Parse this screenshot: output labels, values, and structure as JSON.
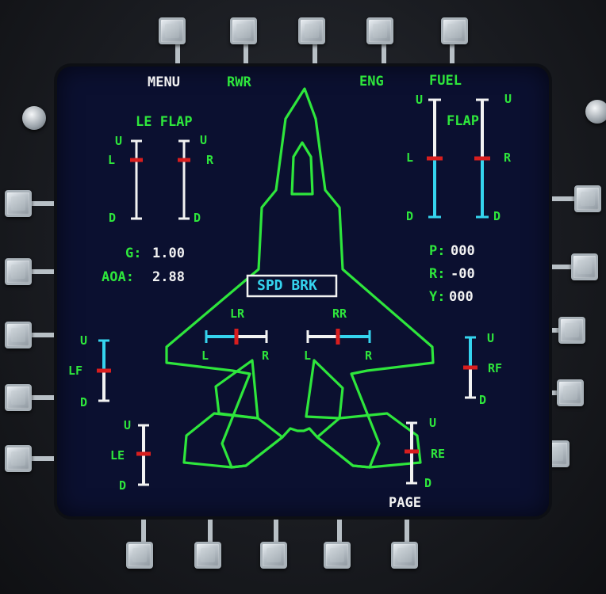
{
  "colors": {
    "green": "#2ee63c",
    "white": "#f2f2f2",
    "cyan": "#35d4ee",
    "red": "#d81e1e",
    "screen": "#0b1030"
  },
  "menu": {
    "menu": "MENU",
    "rwr": "RWR",
    "eng": "ENG",
    "fuel": "FUEL",
    "page": "PAGE"
  },
  "le_flap": {
    "title": "LE FLAP",
    "left_up": "U",
    "left_label": "L",
    "left_down": "D",
    "right_up": "U",
    "right_label": "R",
    "right_down": "D",
    "left_position": 0.25,
    "right_position": 0.25
  },
  "flap": {
    "title": "FLAP",
    "left_up": "U",
    "left_label": "L",
    "left_down": "D",
    "right_up": "U",
    "right_label": "R",
    "right_down": "D",
    "left_position": 0.5,
    "right_position": 0.5
  },
  "readouts": {
    "g_label": "G:",
    "g_value": "1.00",
    "aoa_label": "AOA:",
    "aoa_value": "2.88",
    "p_label": "P:",
    "p_value": "000",
    "r_label": "R:",
    "r_value": "-00",
    "y_label": "Y:",
    "y_value": "000"
  },
  "speed_brake": {
    "label": "SPD BRK"
  },
  "rudders": {
    "lr_title": "LR",
    "lr_left": "L",
    "lr_right": "R",
    "rr_title": "RR",
    "rr_left": "L",
    "rr_right": "R"
  },
  "surfaces": {
    "lf": {
      "label": "LF",
      "up": "U",
      "down": "D"
    },
    "rf": {
      "label": "RF",
      "up": "U",
      "down": "D"
    },
    "le": {
      "label": "LE",
      "up": "U",
      "down": "D"
    },
    "re": {
      "label": "RE",
      "up": "U",
      "down": "D"
    }
  }
}
